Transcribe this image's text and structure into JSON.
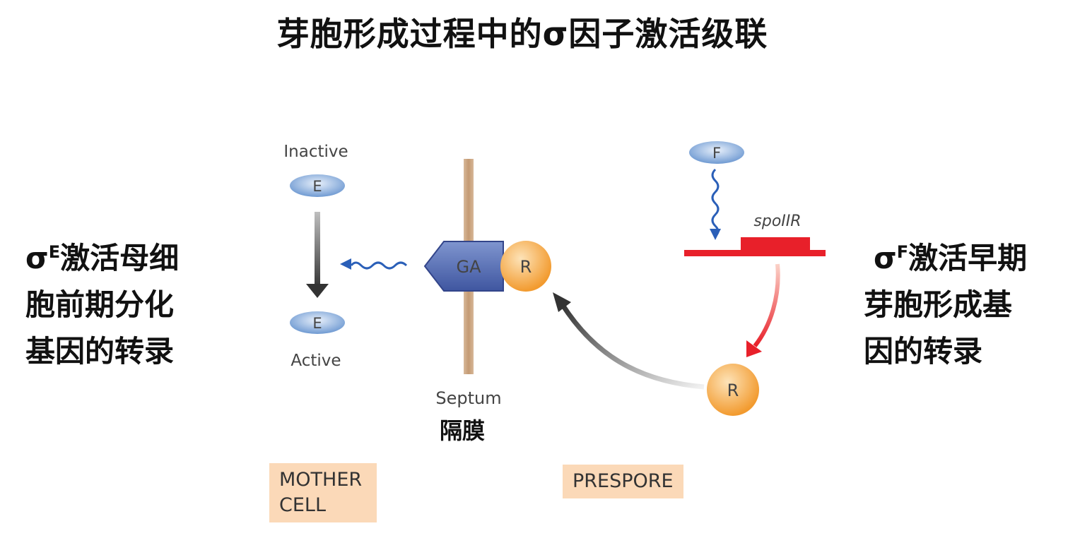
{
  "title": "芽胞形成过程中的σ因子激活级联",
  "left_caption": {
    "sigma": "σ",
    "sup": "E",
    "line1_rest": "激活母细",
    "line2": "胞前期分化",
    "line3": "基因的转录"
  },
  "right_caption": {
    "sigma": "σ",
    "sup": "F",
    "line1_rest": "激活早期",
    "line2": "芽胞形成基",
    "line3": "因的转录"
  },
  "diagram": {
    "inactive_label": "Inactive",
    "active_label": "Active",
    "e_top": "E",
    "e_bottom": "E",
    "ga_label": "GA",
    "r_septum": "R",
    "r_prespore": "R",
    "f_label": "F",
    "gene_label": "spoIIR",
    "septum_label": "Septum",
    "septum_cn": "隔膜",
    "mother_cell": "MOTHER CELL",
    "prespore": "PRESPORE"
  },
  "colors": {
    "septum": "#c8a27e",
    "sigma_blue": "#7aa3d6",
    "ga_blue": "#5b72b4",
    "r_orange": "#f5a23b",
    "gene_red": "#e8202a",
    "label_bg": "#fbd9b8",
    "signal_blue": "#2a5fb8"
  }
}
